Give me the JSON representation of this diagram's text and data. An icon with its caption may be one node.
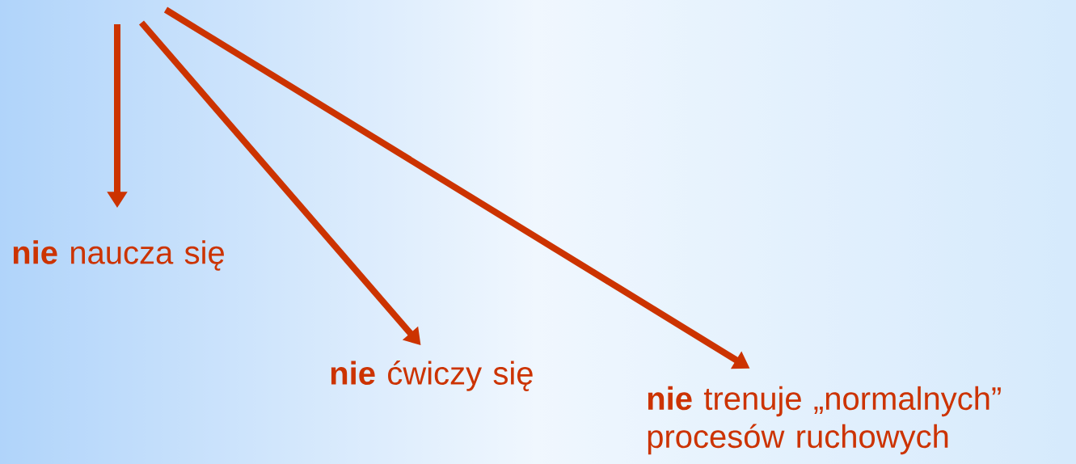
{
  "diagram": {
    "nodes": [
      {
        "text": [
          "**nie** naucza się"
        ]
      },
      {
        "text": [
          "**nie** ćwiczy się"
        ]
      },
      {
        "text": [
          "**nie** trenuje „normalnych” procesów ruchowych"
        ]
      }
    ],
    "edges": [
      {
        "from": null,
        "to": 0,
        "arrow": "to"
      },
      {
        "from": null,
        "to": 1,
        "arrow": "to"
      },
      {
        "from": null,
        "to": 2,
        "arrow": "to"
      }
    ]
  }
}
